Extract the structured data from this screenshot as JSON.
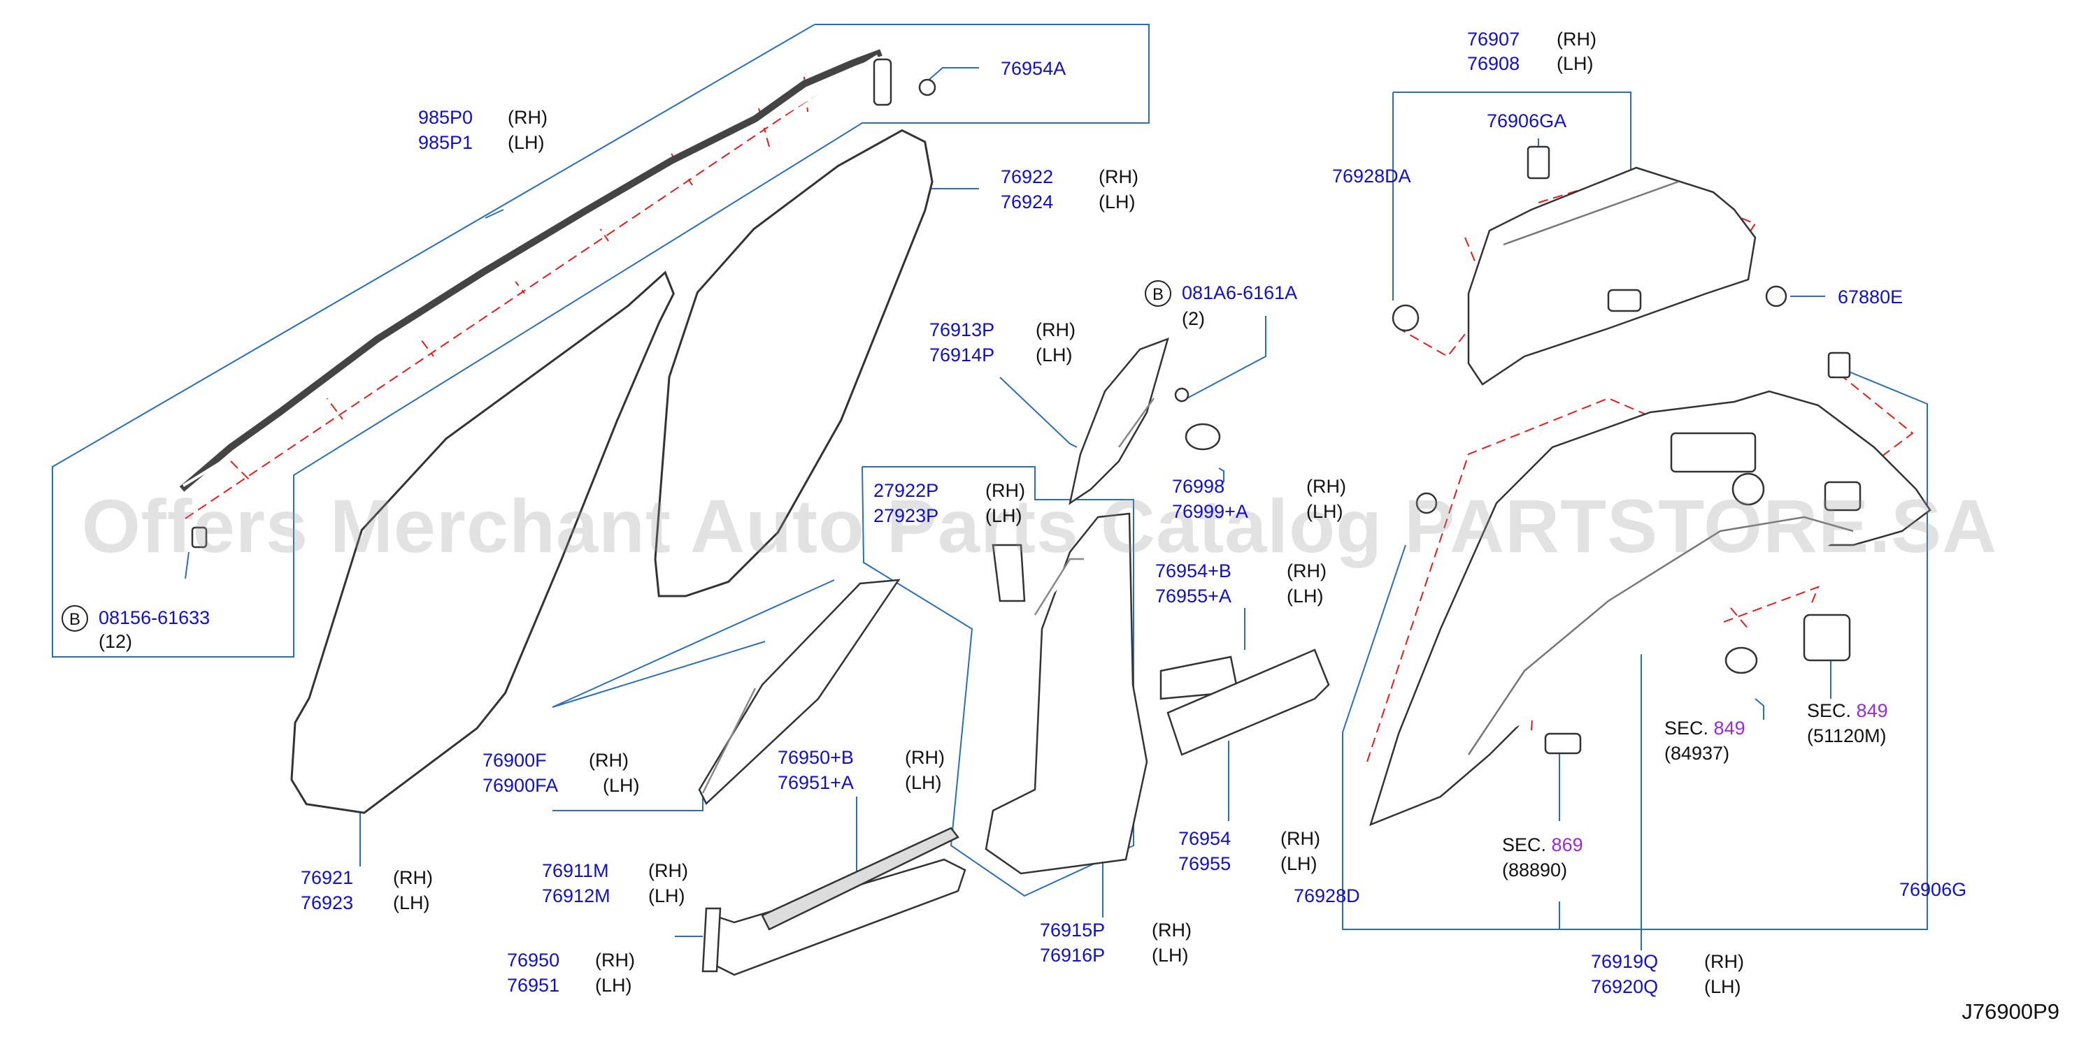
{
  "diagram_code": "J76900P9",
  "watermark": "Offers Merchant Auto Parts Catalog PARTSTORE.SA",
  "side": {
    "rh": "(RH)",
    "lh": "(LH)"
  },
  "badge": "B",
  "parts": {
    "p985p0": "985P0",
    "p985p1": "985P1",
    "p76954a": "76954A",
    "p76922": "76922",
    "p76924": "76924",
    "p081a6": "081A6-6161A",
    "qty2": "(2)",
    "p76913p": "76913P",
    "p76914p": "76914P",
    "p76998": "76998",
    "p76999a": "76999+A",
    "p27922p": "27922P",
    "p27923p": "27923P",
    "p76954b": "76954+B",
    "p76955a": "76955+A",
    "p08156": "08156-61633",
    "qty12": "(12)",
    "p76900f": "76900F",
    "p76900fa": "76900FA",
    "p76950b": "76950+B",
    "p76951a": "76951+A",
    "p76921": "76921",
    "p76923": "76923",
    "p76911m": "76911M",
    "p76912m": "76912M",
    "p76954": "76954",
    "p76955": "76955",
    "p76950": "76950",
    "p76951": "76951",
    "p76915p": "76915P",
    "p76916p": "76916P",
    "p76907": "76907",
    "p76908": "76908",
    "p76906ga": "76906GA",
    "p76928da": "76928DA",
    "p67880e": "67880E",
    "p76928d": "76928D",
    "p76919q": "76919Q",
    "p76920q": "76920Q",
    "p76906g": "76906G"
  },
  "sections": {
    "sec": "SEC.",
    "s849a": "849",
    "r84937": "(84937)",
    "s849b": "849",
    "r51120m": "(51120M)",
    "s869": "869",
    "r88890": "(88890)"
  }
}
